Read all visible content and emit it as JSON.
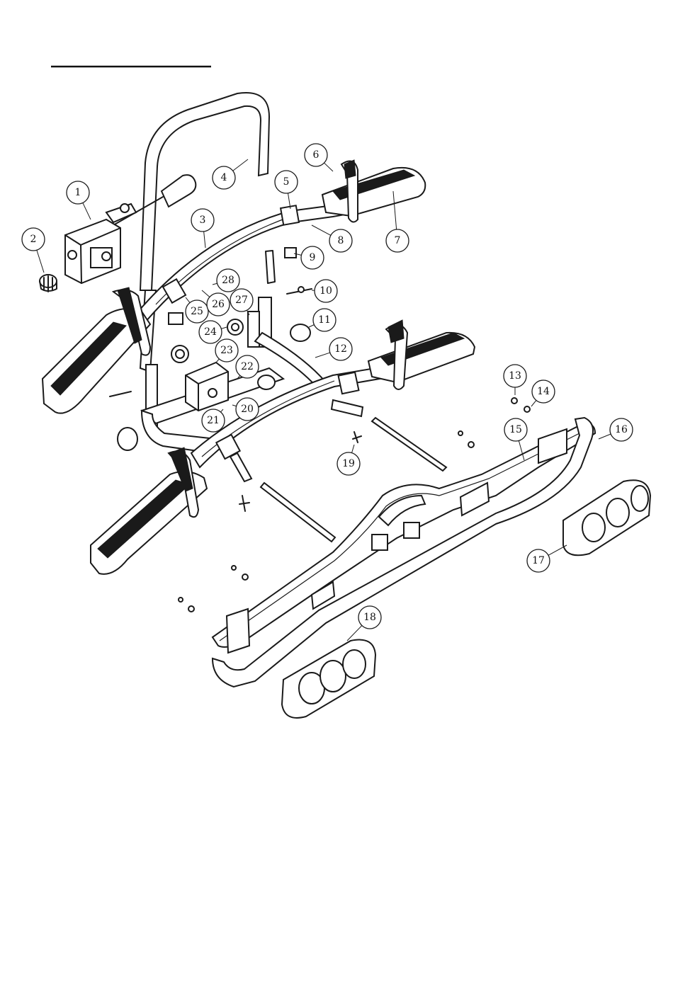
{
  "diagram": {
    "title": "",
    "callouts": [
      "1",
      "2",
      "3",
      "4",
      "5",
      "6",
      "7",
      "8",
      "9",
      "10",
      "11",
      "12",
      "13",
      "14",
      "15",
      "16",
      "17",
      "18",
      "19",
      "20",
      "21",
      "22",
      "23",
      "24",
      "25",
      "26",
      "27",
      "28"
    ]
  }
}
